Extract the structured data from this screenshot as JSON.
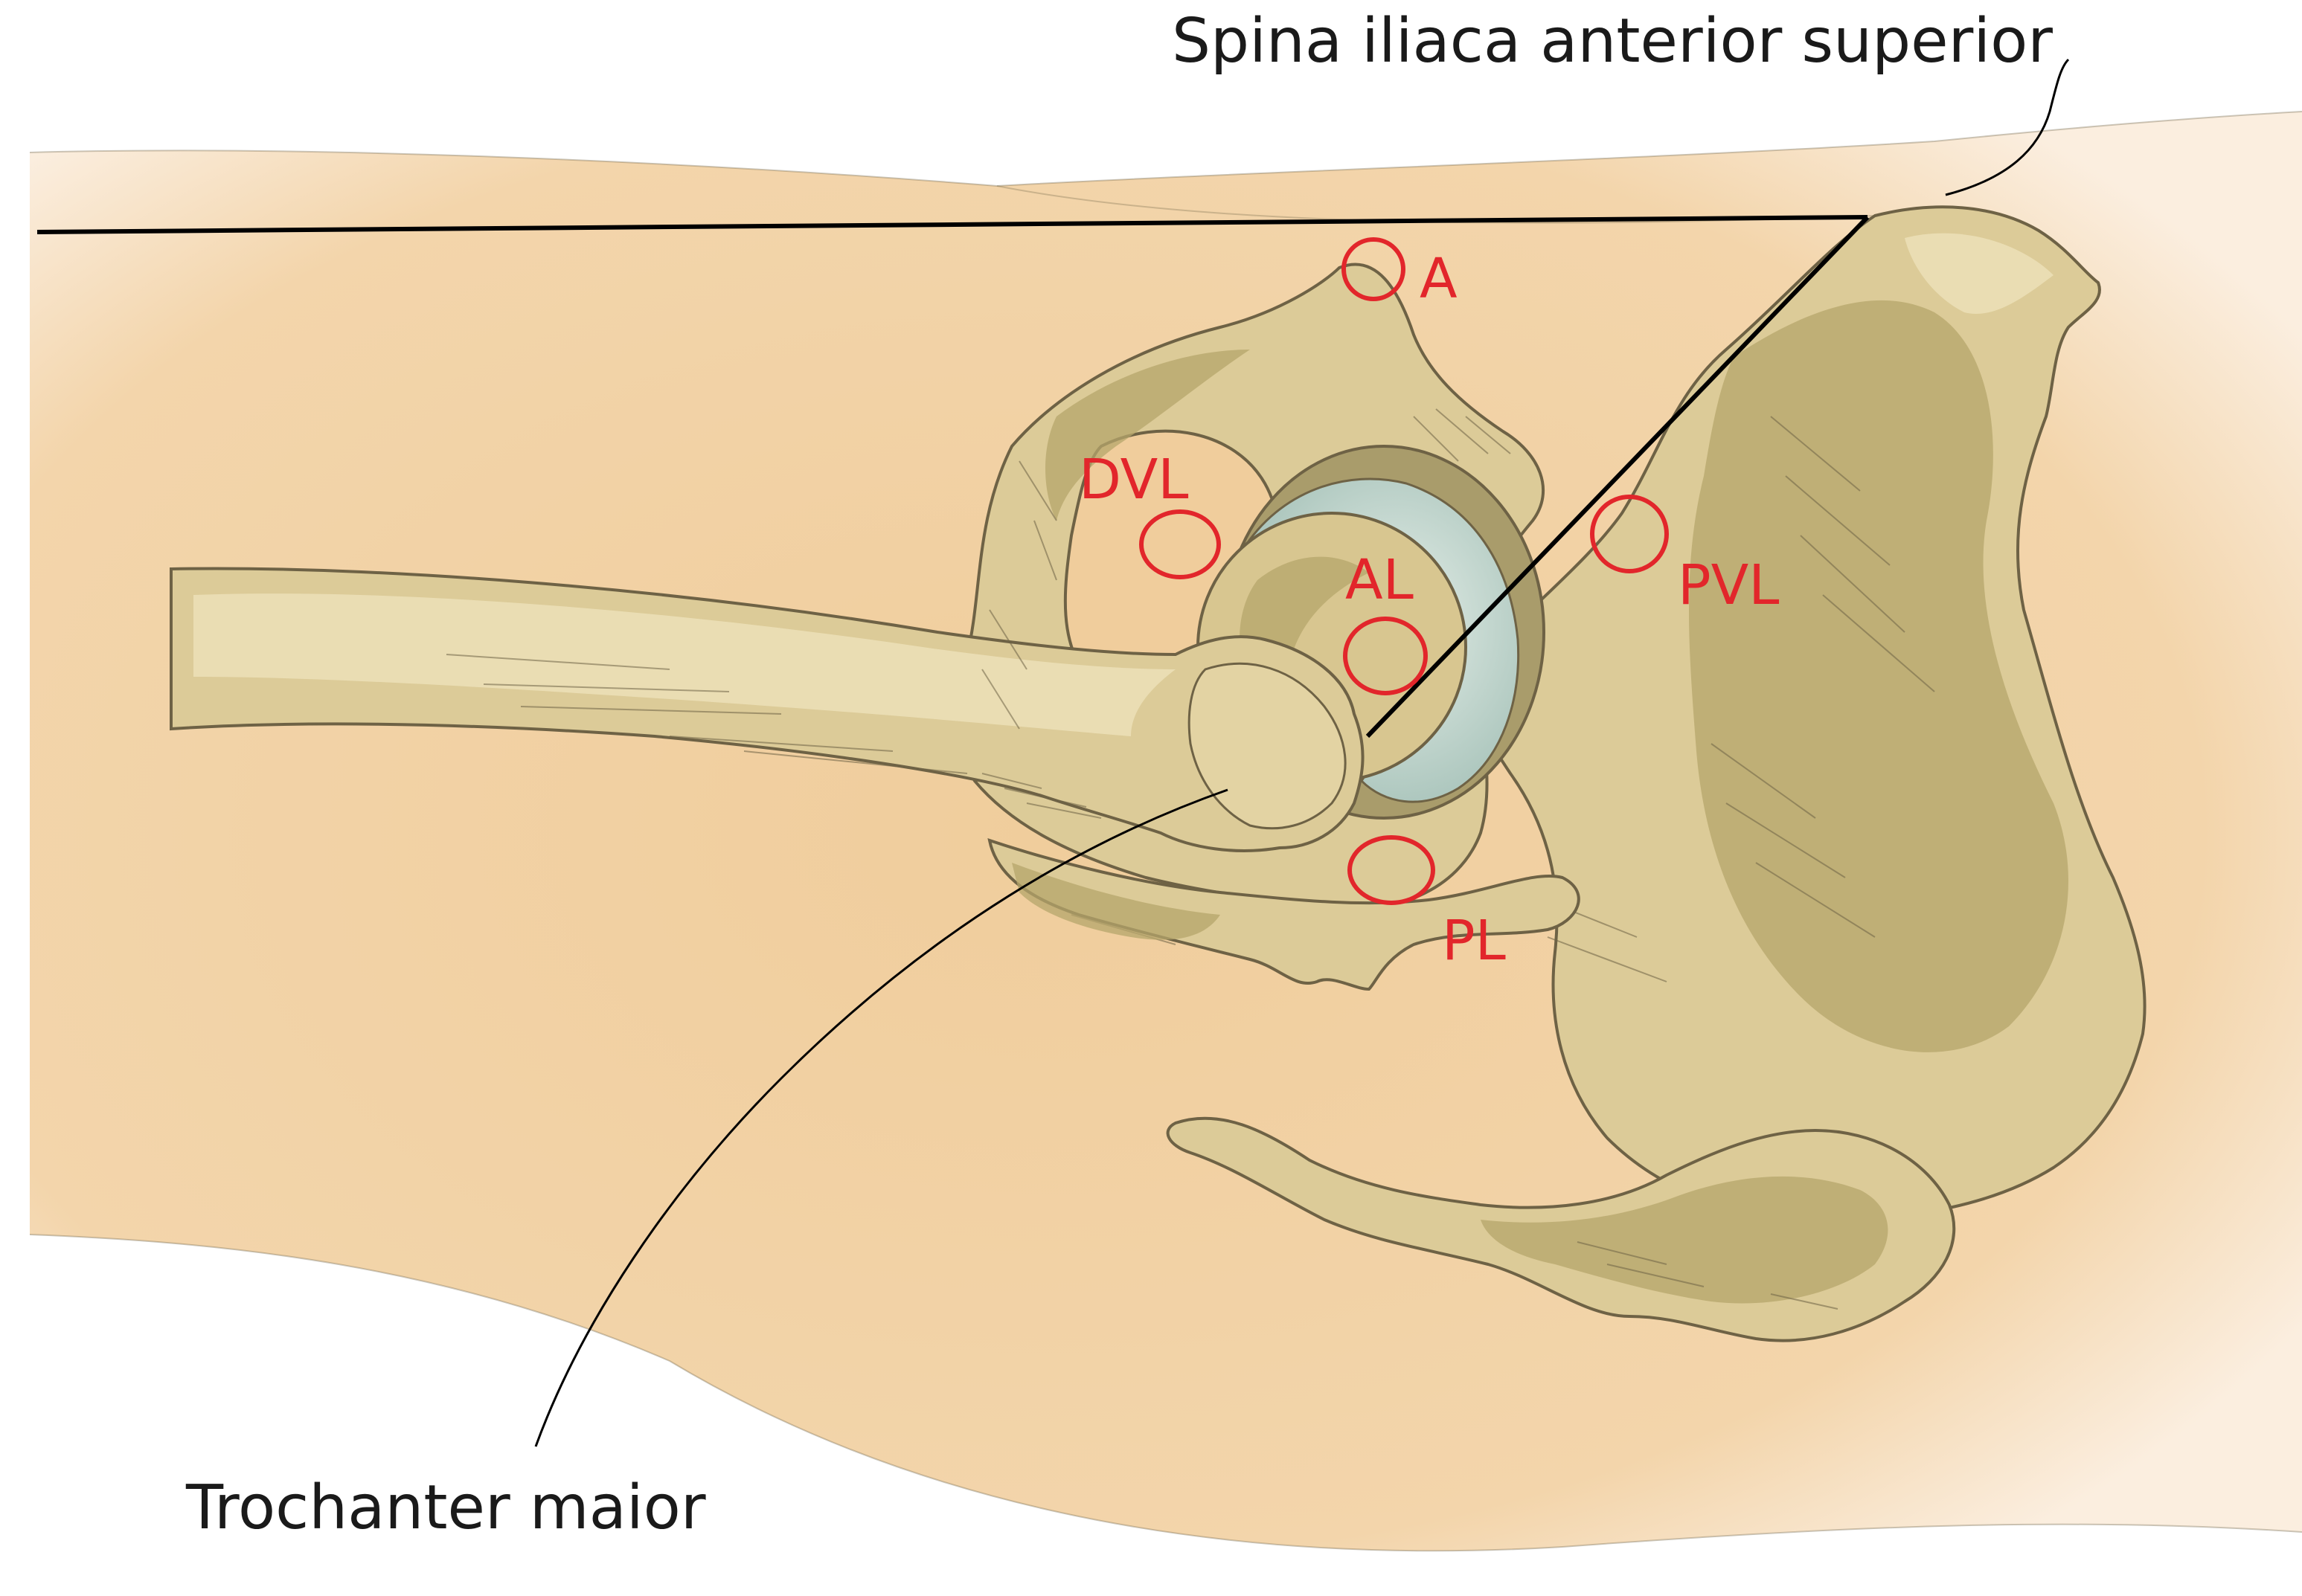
{
  "colors": {
    "skin": "#f2d1a3",
    "skin_edge": "#fbeee0",
    "bone": "#dccb98",
    "bone_shadow": "#b6a66b",
    "cartilage": "#c9dcd6",
    "portal_marker": "#e2262b",
    "guide_line": "#000000"
  },
  "callouts": {
    "top_right": "Spina iliaca anterior superior",
    "bottom_left": "Trochanter maior"
  },
  "portals": [
    {
      "id": "A",
      "label": "A"
    },
    {
      "id": "DVL",
      "label": "DVL"
    },
    {
      "id": "AL",
      "label": "AL"
    },
    {
      "id": "PVL",
      "label": "PVL"
    },
    {
      "id": "PL",
      "label": "PL"
    }
  ]
}
